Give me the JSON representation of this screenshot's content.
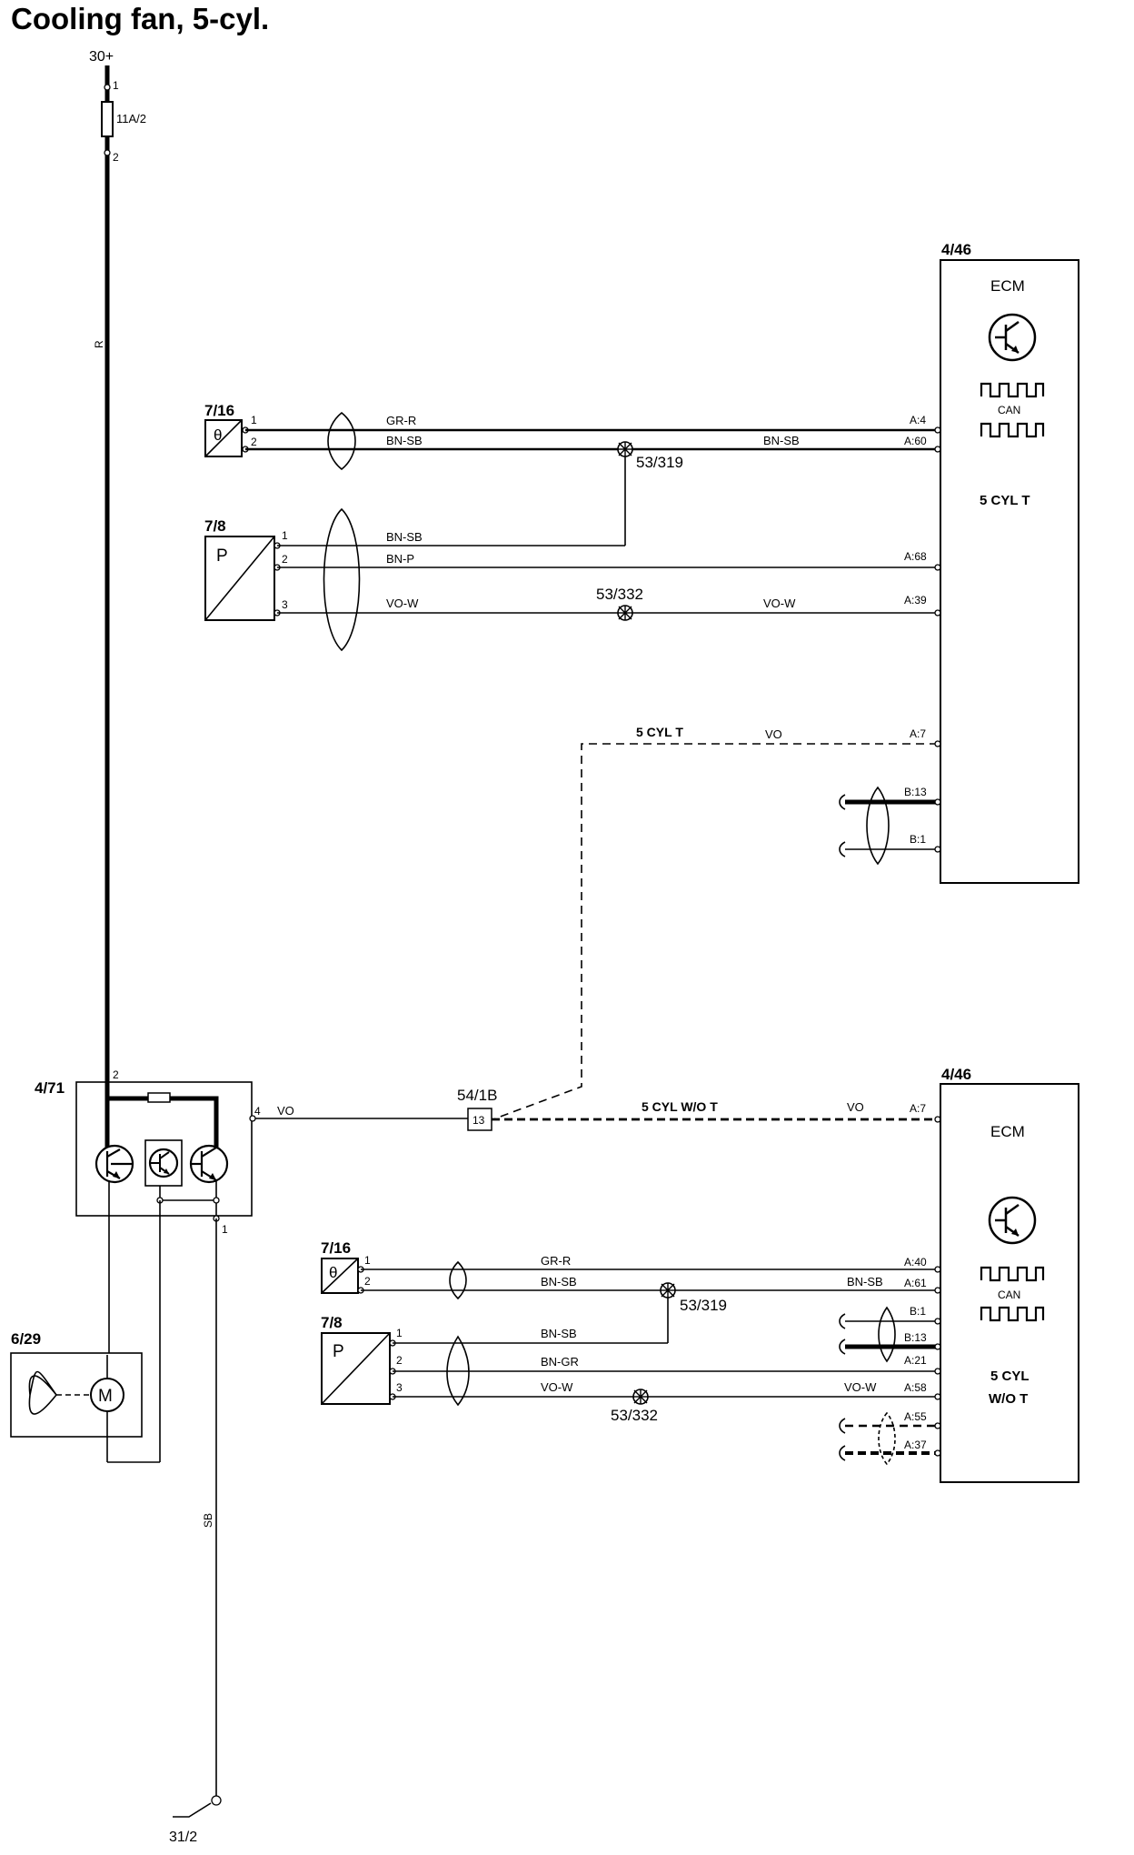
{
  "title": "Cooling fan, 5-cyl.",
  "supply": {
    "label": "30+",
    "pin1": "1",
    "pin2": "2",
    "fuse": "11A/2",
    "wire_color": "R"
  },
  "ground": {
    "label": "31/2",
    "wire_color": "SB"
  },
  "ecm_top": {
    "ref": "4/46",
    "name": "ECM",
    "can": "CAN",
    "variant": "5 CYL T",
    "pins": {
      "a4": "A:4",
      "a60": "A:60",
      "a68": "A:68",
      "a39": "A:39",
      "a7": "A:7",
      "b13": "B:13",
      "b1": "B:1"
    }
  },
  "ecm_bottom": {
    "ref": "4/46",
    "name": "ECM",
    "can": "CAN",
    "variant_line1": "5 CYL",
    "variant_line2": "W/O T",
    "pins": {
      "a40": "A:40",
      "a61": "A:61",
      "b1": "B:1",
      "b13": "B:13",
      "a21": "A:21",
      "a58": "A:58",
      "a55": "A:55",
      "a37": "A:37",
      "a7": "A:7"
    }
  },
  "sensors_top": {
    "temp": {
      "ref": "7/16",
      "pin1": "1",
      "pin2": "2",
      "wire1": "GR-R",
      "wire2": "BN-SB"
    },
    "pressure": {
      "ref": "7/8",
      "symbol": "P",
      "pin1": "1",
      "pin2": "2",
      "pin3": "3",
      "wire1": "BN-SB",
      "wire2": "BN-P",
      "wire3": "VO-W"
    },
    "splice_319": "53/319",
    "splice_319_wire": "BN-SB",
    "splice_332": "53/332",
    "splice_332_wire": "VO-W"
  },
  "sensors_bottom": {
    "temp": {
      "ref": "7/16",
      "pin1": "1",
      "pin2": "2",
      "wire1": "GR-R",
      "wire2": "BN-SB"
    },
    "pressure": {
      "ref": "7/8",
      "symbol": "P",
      "pin1": "1",
      "pin2": "2",
      "pin3": "3",
      "wire1": "BN-SB",
      "wire2": "BN-GR",
      "wire3": "VO-W"
    },
    "splice_319": "53/319",
    "splice_319_wire": "BN-SB",
    "splice_332": "53/332",
    "splice_332_wire": "VO-W"
  },
  "control_line": {
    "variant_t": "5 CYL T",
    "variant_wot": "5 CYL W/O T",
    "wire": "VO",
    "connector": "54/1B",
    "connector_pin": "13"
  },
  "relay_module": {
    "ref": "4/71",
    "pin2": "2",
    "pin4": "4",
    "pin4_wire": "VO",
    "pin1": "1"
  },
  "fan_motor": {
    "ref": "6/29",
    "symbol": "M"
  },
  "colors": {
    "line": "#000000",
    "background": "#ffffff"
  }
}
